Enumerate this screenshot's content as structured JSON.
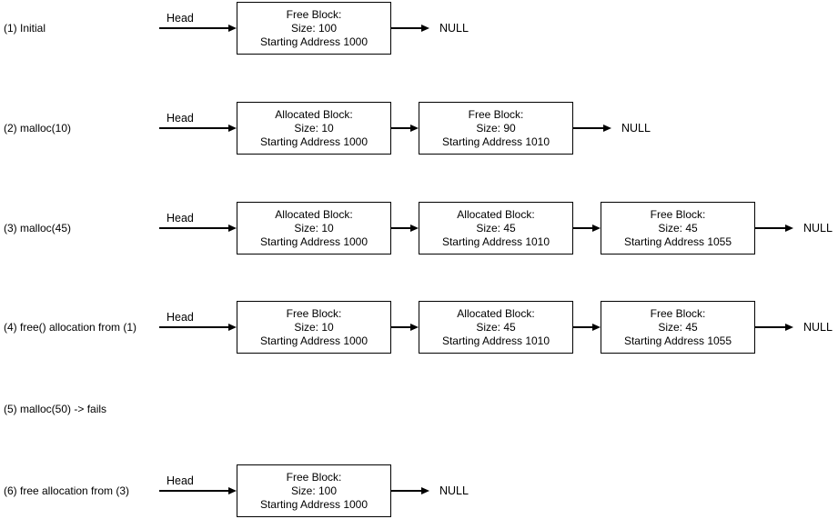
{
  "diagram": {
    "head_label": "Head",
    "null_label": "NULL",
    "colors": {
      "line": "#000000",
      "text": "#000000",
      "box_background": "#ffffff",
      "canvas_background": "#ffffff"
    },
    "rows": [
      {
        "label": "(1) Initial",
        "boxes": [
          {
            "title": "Free Block:",
            "size": "Size: 100",
            "address": "Starting Address 1000"
          }
        ]
      },
      {
        "label": "(2) malloc(10)",
        "boxes": [
          {
            "title": "Allocated Block:",
            "size": "Size: 10",
            "address": "Starting Address 1000"
          },
          {
            "title": "Free Block:",
            "size": "Size: 90",
            "address": "Starting Address 1010"
          }
        ]
      },
      {
        "label": "(3) malloc(45)",
        "boxes": [
          {
            "title": "Allocated Block:",
            "size": "Size: 10",
            "address": "Starting Address 1000"
          },
          {
            "title": "Allocated Block:",
            "size": "Size: 45",
            "address": "Starting Address 1010"
          },
          {
            "title": "Free Block:",
            "size": "Size: 45",
            "address": "Starting Address 1055"
          }
        ]
      },
      {
        "label": "(4) free() allocation from (1)",
        "boxes": [
          {
            "title": "Free Block:",
            "size": "Size: 10",
            "address": "Starting Address 1000"
          },
          {
            "title": "Allocated Block:",
            "size": "Size: 45",
            "address": "Starting Address 1010"
          },
          {
            "title": "Free Block:",
            "size": "Size: 45",
            "address": "Starting Address 1055"
          }
        ]
      },
      {
        "label": "(5) malloc(50) -> fails",
        "boxes": []
      },
      {
        "label": "(6) free allocation from (3)",
        "boxes": [
          {
            "title": "Free Block:",
            "size": "Size: 100",
            "address": "Starting Address 1000"
          }
        ]
      }
    ]
  }
}
